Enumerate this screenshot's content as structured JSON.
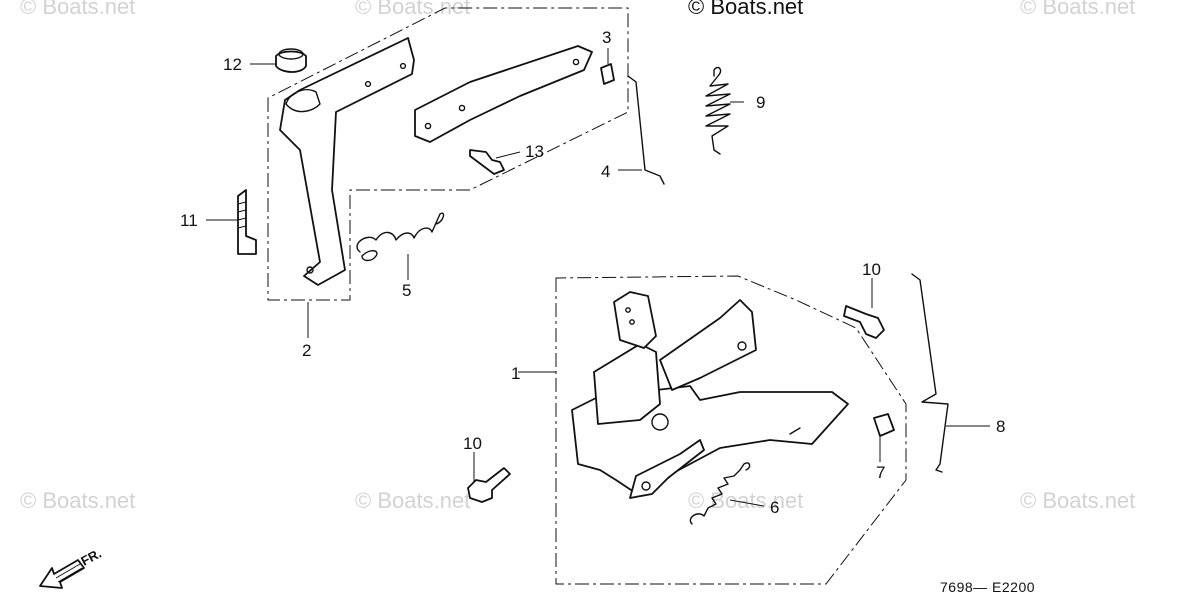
{
  "watermarks": {
    "top_left": "© Boats.net",
    "top_middle": "© Boats.net",
    "top_center": "© Boats.net",
    "top_right": "© Boats.net",
    "bottom_left": "© Boats.net",
    "bottom_middle": "© Boats.net",
    "bottom_center": "© Boats.net",
    "bottom_right": "© Boats.net"
  },
  "direction_label": "FR.",
  "diagram_code": "7698— E2200",
  "callouts": {
    "c1": "1",
    "c2": "2",
    "c3": "3",
    "c4": "4",
    "c5": "5",
    "c6": "6",
    "c7": "7",
    "c8": "8",
    "c9": "9",
    "c10a": "10",
    "c10b": "10",
    "c11": "11",
    "c12": "12",
    "c13": "13"
  },
  "colors": {
    "line": "#111111",
    "watermark": "#d2d2d2",
    "background": "#ffffff"
  }
}
